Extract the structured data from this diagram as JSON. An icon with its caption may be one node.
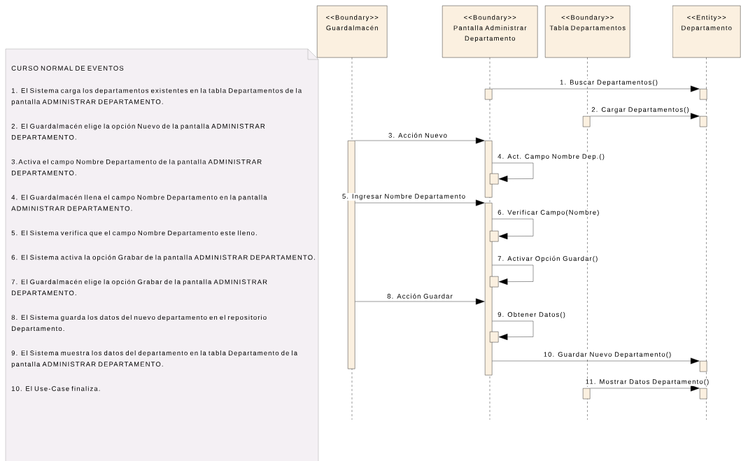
{
  "diagram": {
    "nodes": [
      {
        "text": [
          "CURSO NORMAL DE EVENTOS",
          "1. El Sistema carga los departamentos existentes en la tabla Departamentos de la pantalla ADMINISTRAR DEPARTAMENTO.",
          "2. El Guardalmacén elige la opción Nuevo de la pantalla ADMINISTRAR DEPARTAMENTO.",
          "3.Activa el campo Nombre Departamento de la pantalla ADMINISTRAR DEPARTAMENTO.",
          "4. El Guardalmacén llena el campo Nombre Departamento en la pantalla ADMINISTRAR DEPARTAMENTO.",
          "5. El Sistema verifica que el campo Nombre Departamento este lleno.",
          "6. El Sistema activa la opción Grabar de la pantalla ADMINISTRAR DEPARTAMENTO.",
          "7. El Guardalmacén elige la opción Grabar de la pantalla ADMINISTRAR DEPARTAMENTO.",
          "8. El Sistema guarda los datos del nuevo departamento en el repositorio Departamento.",
          "9. El Sistema muestra los datos del departamento en la tabla Departamento de la pantalla ADMINISTRAR DEPARTAMENTO.",
          "10. El Use-Case finaliza."
        ]
      },
      {
        "text": [
          "<<Boundary>>",
          "Guardalmacén"
        ]
      },
      {
        "text": [
          "<<Boundary>>",
          "Pantalla Administrar Departamento"
        ]
      },
      {
        "text": [
          "<<Boundary>>",
          "Tabla Departamentos"
        ]
      },
      {
        "text": [
          "<<Entity>>",
          "Departamento"
        ]
      },
      {
        "text": [],
        "shape": "bar"
      },
      {
        "text": [],
        "shape": "bar"
      },
      {
        "text": [],
        "shape": "bar"
      },
      {
        "text": [],
        "shape": "bar"
      },
      {
        "text": [],
        "shape": "bar"
      },
      {
        "text": [],
        "shape": "bar"
      },
      {
        "text": [],
        "shape": "bar"
      },
      {
        "text": [],
        "shape": "bar"
      },
      {
        "text": [],
        "shape": "bar"
      },
      {
        "text": [],
        "shape": "bar"
      },
      {
        "text": [],
        "shape": "bar"
      },
      {
        "text": [],
        "shape": "bar"
      },
      {
        "text": [],
        "shape": "bar"
      },
      {
        "text": [],
        "shape": "bar"
      }
    ],
    "edges": [
      {
        "from": 5,
        "to": 6,
        "arrow": "to",
        "label": "1. Buscar Departamentos()"
      },
      {
        "from": 7,
        "to": 8,
        "arrow": "to",
        "label": "2. Cargar Departamentos()"
      },
      {
        "from": 9,
        "to": 10,
        "arrow": "to",
        "label": "3. Acción Nuevo"
      },
      {
        "from": 10,
        "to": 11,
        "arrow": "to",
        "label": "4. Act. Campo Nombre Dep.()"
      },
      {
        "from": 9,
        "to": 12,
        "arrow": "to",
        "label": "5. Ingresar Nombre Departamento"
      },
      {
        "from": 12,
        "to": 13,
        "arrow": "to",
        "label": "6. Verificar Campo(Nombre)"
      },
      {
        "from": 12,
        "to": 14,
        "arrow": "to",
        "label": "7. Activar Opción Guardar()"
      },
      {
        "from": 9,
        "to": 12,
        "arrow": "to",
        "label": "8. Acción Guardar"
      },
      {
        "from": 12,
        "to": 15,
        "arrow": "to",
        "label": "9. Obtener Datos()"
      },
      {
        "from": 12,
        "to": 16,
        "arrow": "to",
        "label": "10. Guardar Nuevo Departamento()"
      },
      {
        "from": 17,
        "to": 18,
        "arrow": "to",
        "label": "11. Mostrar Datos Departamento()"
      }
    ]
  }
}
